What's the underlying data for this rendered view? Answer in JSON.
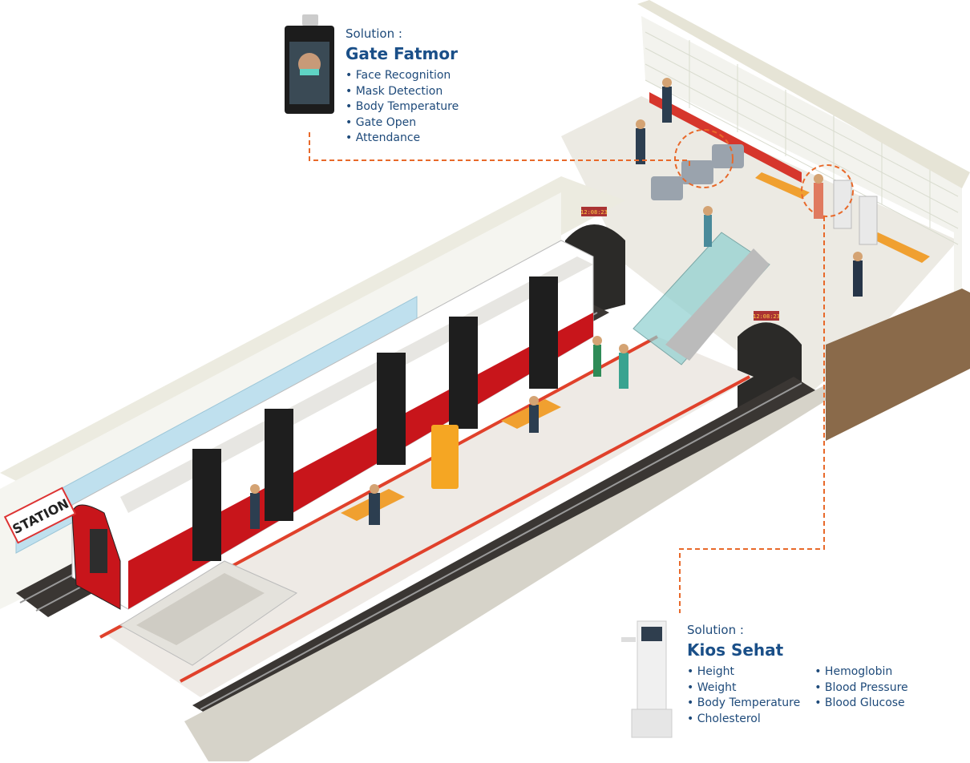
{
  "station_sign": "STATION",
  "clock_text": "12:08:23",
  "colors": {
    "accent_orange": "#e8692a",
    "train_red": "#c8151b",
    "title_blue": "#1a4f88",
    "text_blue": "#1e4a7a"
  },
  "gate_callout": {
    "solution_label": "Solution :",
    "product_name": "Gate Fatmor",
    "features": [
      "Face Recognition",
      "Mask Detection",
      "Body Temperature",
      "Gate Open",
      "Attendance"
    ]
  },
  "kios_callout": {
    "solution_label": "Solution :",
    "product_name": "Kios Sehat",
    "features_col1": [
      "Height",
      "Weight",
      "Body Temperature",
      "Cholesterol"
    ],
    "features_col2": [
      "Hemoglobin",
      "Blood Pressure",
      "Blood Glucose"
    ]
  }
}
